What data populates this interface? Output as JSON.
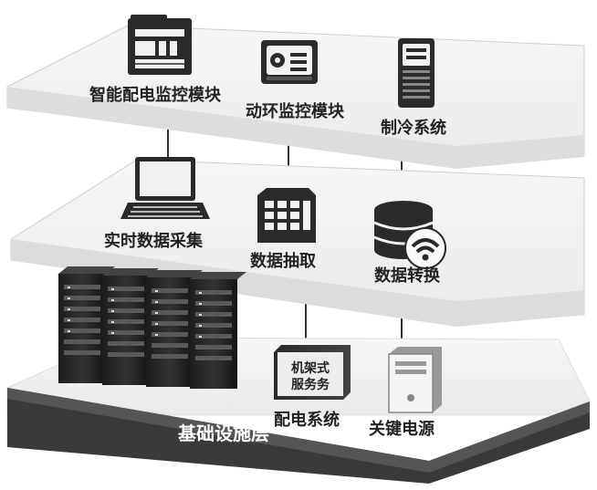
{
  "layers": {
    "top": {
      "items": [
        {
          "label": "智能配电监控模块",
          "icon": "monitoring-panel-icon"
        },
        {
          "label": "动环监控模块",
          "icon": "control-unit-icon"
        },
        {
          "label": "制冷系统",
          "icon": "cooling-cabinet-icon"
        }
      ]
    },
    "middle": {
      "items": [
        {
          "label": "实时数据采集",
          "icon": "laptop-icon"
        },
        {
          "label": "数据抽取",
          "icon": "building-icon"
        },
        {
          "label": "数据转换",
          "icon": "database-wireless-icon"
        }
      ]
    },
    "base": {
      "title": "基础设施层",
      "items": [
        {
          "label": "配电系统",
          "icon": "power-cabinet-icon",
          "box_label_line1": "机架式",
          "box_label_line2": "服务务"
        },
        {
          "label": "关键电源",
          "icon": "power-supply-icon"
        }
      ],
      "servers": {
        "icon": "server-rack-icon",
        "count": 4
      }
    }
  }
}
